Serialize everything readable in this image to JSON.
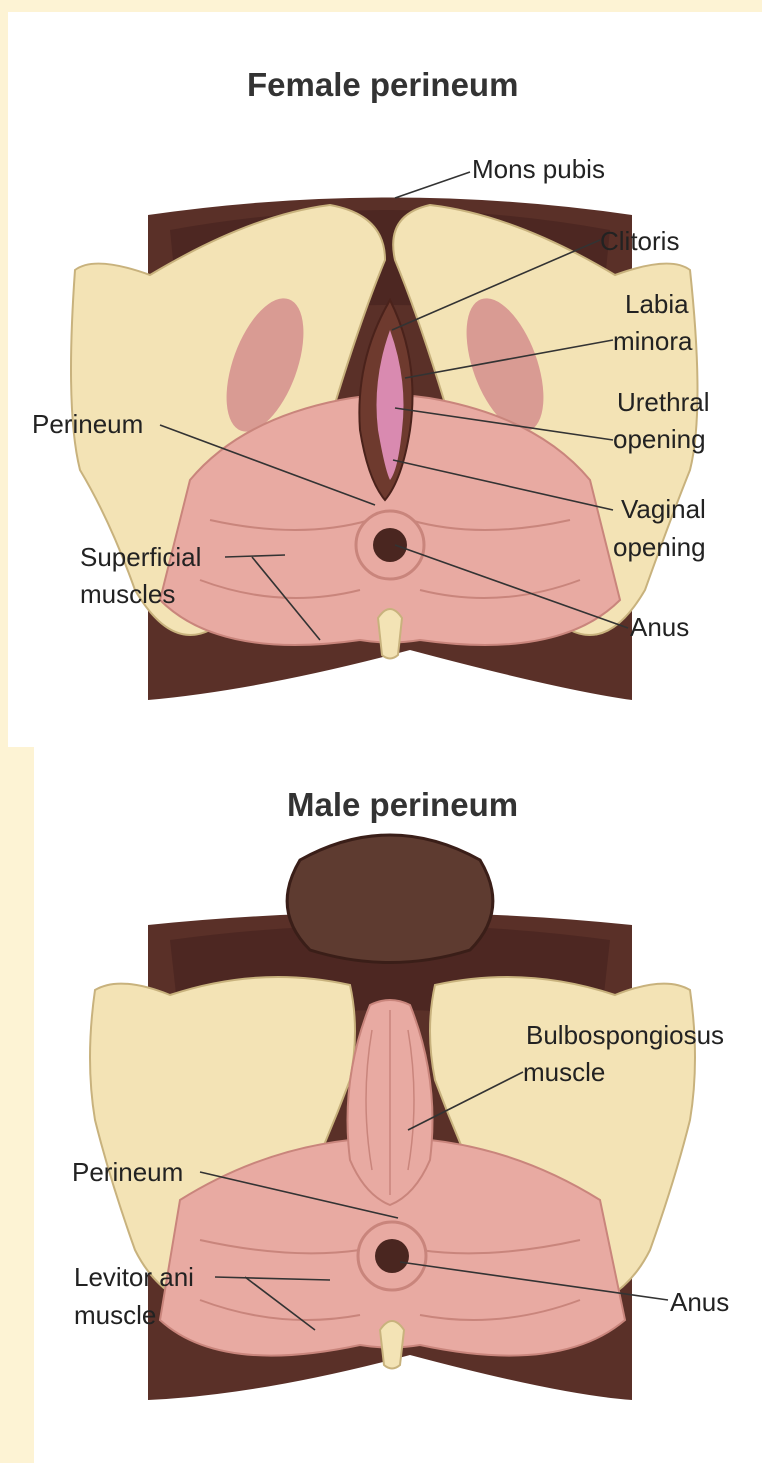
{
  "female": {
    "title": "Female perineum",
    "labels": {
      "mons_pubis": "Mons pubis",
      "clitoris": "Clitoris",
      "labia_minora_1": "Labia",
      "labia_minora_2": "minora",
      "urethral_1": "Urethral",
      "urethral_2": "opening",
      "vaginal_1": "Vaginal",
      "vaginal_2": "opening",
      "anus": "Anus",
      "perineum": "Perineum",
      "superficial_1": "Superficial",
      "superficial_2": "muscles"
    }
  },
  "male": {
    "title": "Male perineum",
    "labels": {
      "bulbo_1": "Bulbospongiosus",
      "bulbo_2": "muscle",
      "perineum": "Perineum",
      "levitor_1": "Levitor ani",
      "levitor_2": "muscle",
      "anus": "Anus"
    }
  },
  "colors": {
    "background": "#fdf3d4",
    "panel": "#ffffff",
    "skin": "#5a3028",
    "bone": "#f3e3b5",
    "muscle": "#e8aaa2",
    "muscle_dark": "#c9857c"
  }
}
